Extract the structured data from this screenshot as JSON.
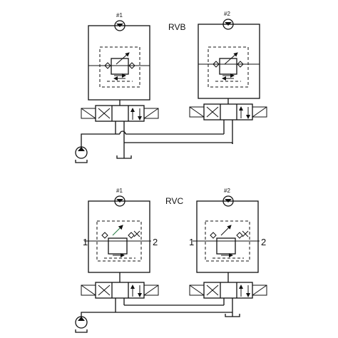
{
  "diagrams": [
    {
      "label": "RVB",
      "motors": [
        "#1",
        "#2"
      ],
      "ports": []
    },
    {
      "label": "RVC",
      "motors": [
        "#1",
        "#2"
      ],
      "ports": [
        "1",
        "2"
      ]
    }
  ],
  "colors": {
    "line": "#111111",
    "accent": "#2a7d46",
    "background": "#ffffff"
  },
  "symbols": [
    "motor-symbol",
    "relief-valve-symbol",
    "directional-valve-symbol",
    "pump-symbol",
    "tank-symbol"
  ]
}
